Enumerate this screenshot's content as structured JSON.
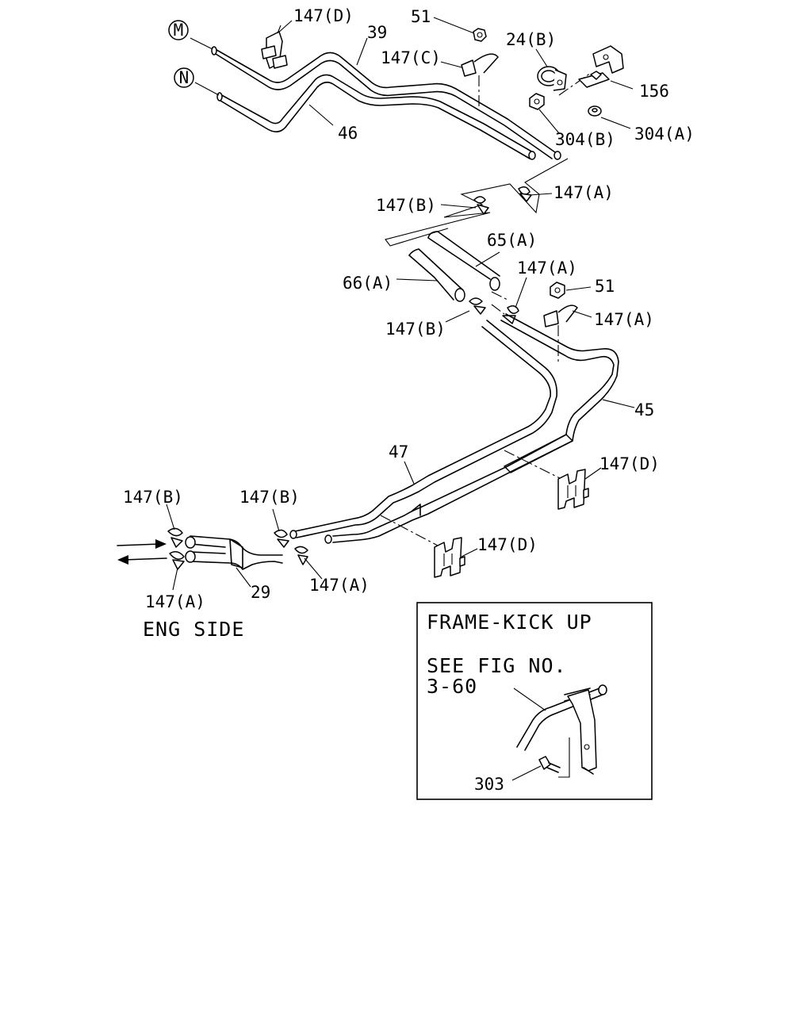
{
  "callouts": {
    "c_147d_top": "147(D)",
    "c_51_top": "51",
    "c_39": "39",
    "c_24b": "24(B)",
    "c_147c": "147(C)",
    "c_156": "156",
    "c_46": "46",
    "c_304b": "304(B)",
    "c_304a": "304(A)",
    "c_147b_mid": "147(B)",
    "c_147a_mid": "147(A)",
    "c_65a": "65(A)",
    "c_147a_r1": "147(A)",
    "c_66a": "66(A)",
    "c_51_mid": "51",
    "c_147b_low": "147(B)",
    "c_147a_r2": "147(A)",
    "c_45": "45",
    "c_47": "47",
    "c_147d_r": "147(D)",
    "c_147b_left": "147(B)",
    "c_147b_left2": "147(B)",
    "c_147d_low": "147(D)",
    "c_147a_left": "147(A)",
    "c_147a_bot": "147(A)",
    "c_29": "29",
    "c_303": "303"
  },
  "markers": {
    "m": "M",
    "n": "N"
  },
  "eng_side": "ENG SIDE",
  "inset": {
    "title": "FRAME-KICK UP",
    "see_line1": "SEE FIG NO.",
    "see_line2": "3-60"
  }
}
